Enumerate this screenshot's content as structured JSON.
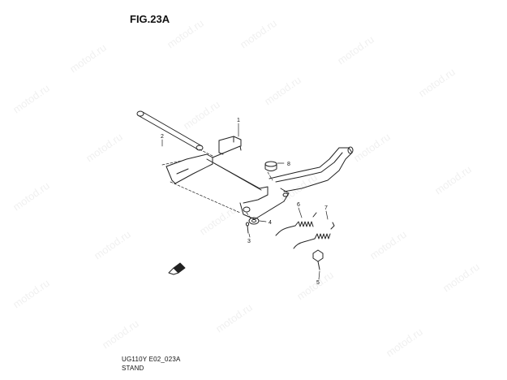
{
  "figure": {
    "title": "FIG.23A",
    "code": "UG110Y E02_023A",
    "name": "STAND"
  },
  "watermark": "motod.ru",
  "parts": [
    {
      "ref": "1"
    },
    {
      "ref": "2"
    },
    {
      "ref": "3"
    },
    {
      "ref": "4"
    },
    {
      "ref": "5"
    },
    {
      "ref": "6"
    },
    {
      "ref": "7"
    },
    {
      "ref": "8"
    }
  ],
  "colors": {
    "line": "#222222",
    "background": "#ffffff"
  }
}
